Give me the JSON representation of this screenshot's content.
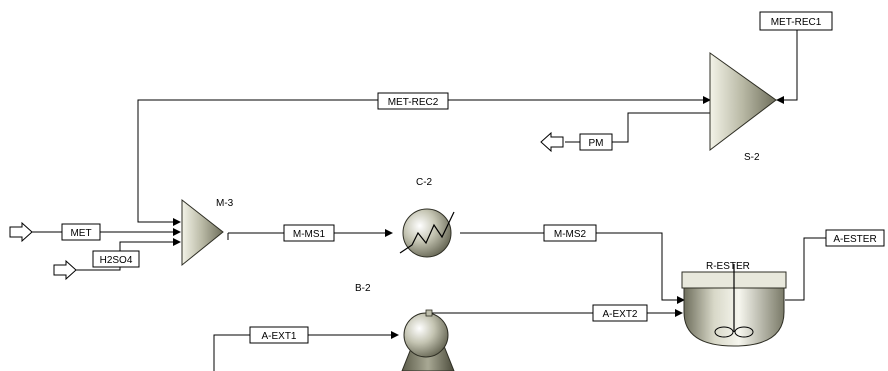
{
  "blocks": {
    "m3": {
      "label": "M-3"
    },
    "c2": {
      "label": "C-2"
    },
    "s2": {
      "label": "S-2"
    },
    "b2": {
      "label": "B-2"
    },
    "rester": {
      "label": "R-ESTER"
    }
  },
  "streams": {
    "met_rec1": "MET-REC1",
    "met_rec2": "MET-REC2",
    "pm": "PM",
    "met": "MET",
    "h2so4": "H2SO4",
    "m_ms1": "M-MS1",
    "m_ms2": "M-MS2",
    "a_ext1": "A-EXT1",
    "a_ext2": "A-EXT2",
    "a_ester": "A-ESTER"
  }
}
